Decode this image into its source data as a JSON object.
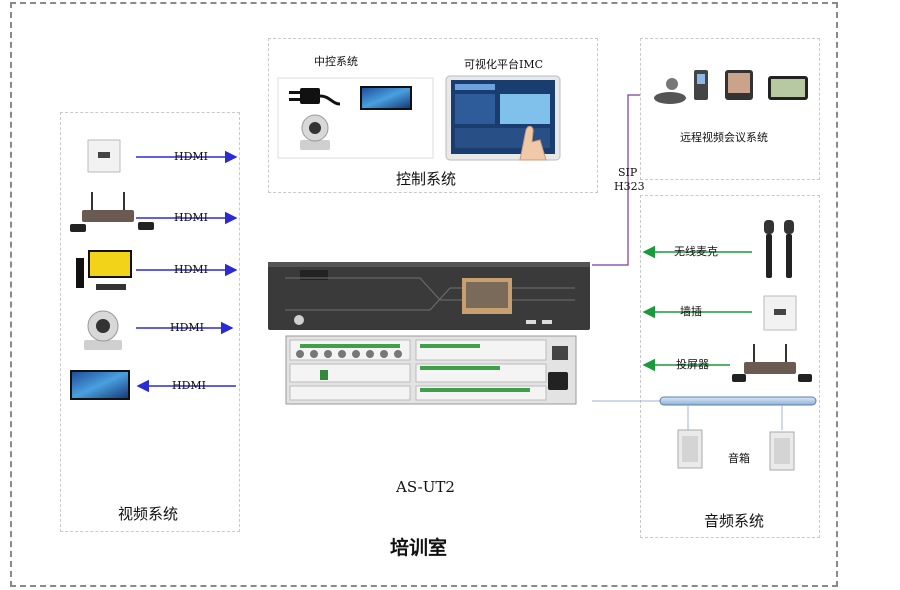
{
  "diagram": {
    "room_title": "培训室",
    "device_name": "AS-UT2",
    "sections": {
      "control": {
        "title": "控制系统",
        "central_control": "中控系统",
        "visual_platform": "可视化平台IMC"
      },
      "video": {
        "title": "视频系统"
      },
      "audio": {
        "title": "音频系统",
        "wireless_mic": "无线麦克",
        "wall_socket": "墙插",
        "screen_cast": "投屏器",
        "speaker": "音箱"
      },
      "remote": {
        "title": "远程视频会议系统",
        "protocol_1": "SIP",
        "protocol_2": "H323"
      }
    },
    "video_links": [
      "HDMI",
      "HDMI",
      "HDMI",
      "HDMI",
      "HDMI"
    ],
    "colors": {
      "video_arrow": "#2b2bd6",
      "audio_arrow": "#1a9a3a",
      "remote_line": "#7a3a9a",
      "rack_dark": "#3a3a3a"
    }
  }
}
